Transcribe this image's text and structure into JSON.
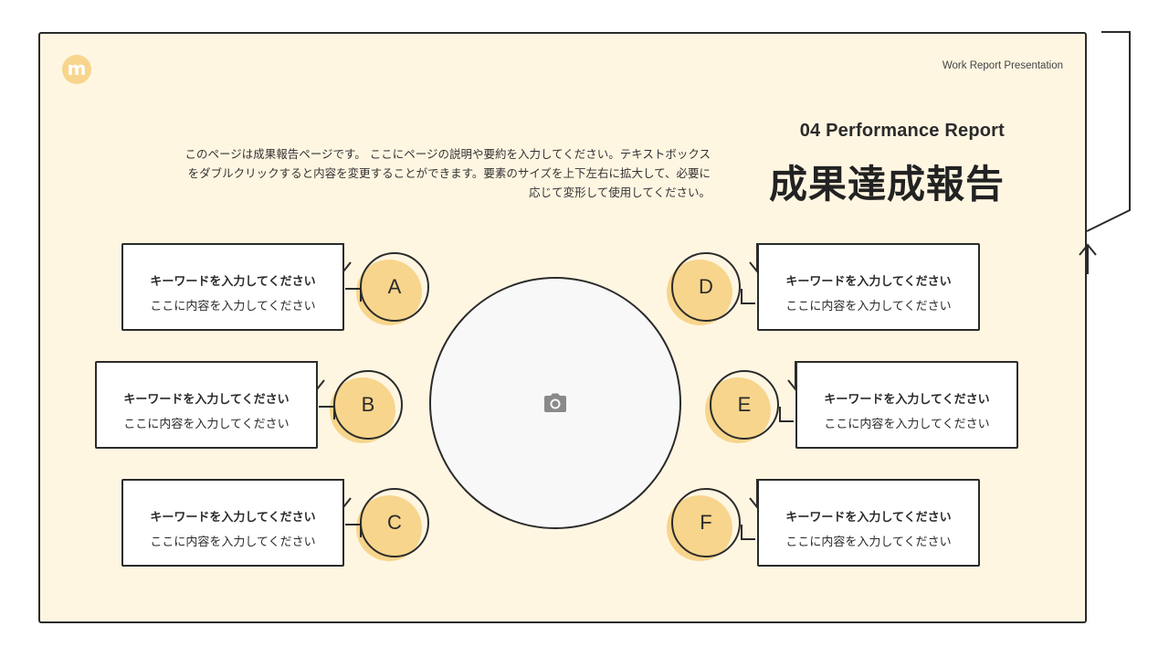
{
  "header": {
    "label": "Work Report Presentation",
    "logo_letter": "m"
  },
  "title": {
    "subtitle": "04  Performance Report",
    "main": "成果達成報告"
  },
  "description": {
    "line1": "このページは成果報告ページです。 ここにページの説明や要約を入力してください。テキストボックス",
    "line2": "をダブルクリックすると内容を変更することができます。要素のサイズを上下左右に拡大して、必要に",
    "line3": "応じて変形して使用してください。"
  },
  "items": [
    {
      "letter": "A",
      "keyword": "キーワードを入力してください",
      "content": "ここに内容を入力してください"
    },
    {
      "letter": "B",
      "keyword": "キーワードを入力してください",
      "content": "ここに内容を入力してください"
    },
    {
      "letter": "C",
      "keyword": "キーワードを入力してください",
      "content": "ここに内容を入力してください"
    },
    {
      "letter": "D",
      "keyword": "キーワードを入力してください",
      "content": "ここに内容を入力してください"
    },
    {
      "letter": "E",
      "keyword": "キーワードを入力してください",
      "content": "ここに内容を入力してください"
    },
    {
      "letter": "F",
      "keyword": "キーワードを入力してください",
      "content": "ここに内容を入力してください"
    }
  ],
  "image_placeholder": {
    "icon": "camera-icon"
  },
  "colors": {
    "background": "#fff6e2",
    "accent": "#f7d58c",
    "stroke": "#2b2b2b",
    "card": "#ffffff"
  }
}
